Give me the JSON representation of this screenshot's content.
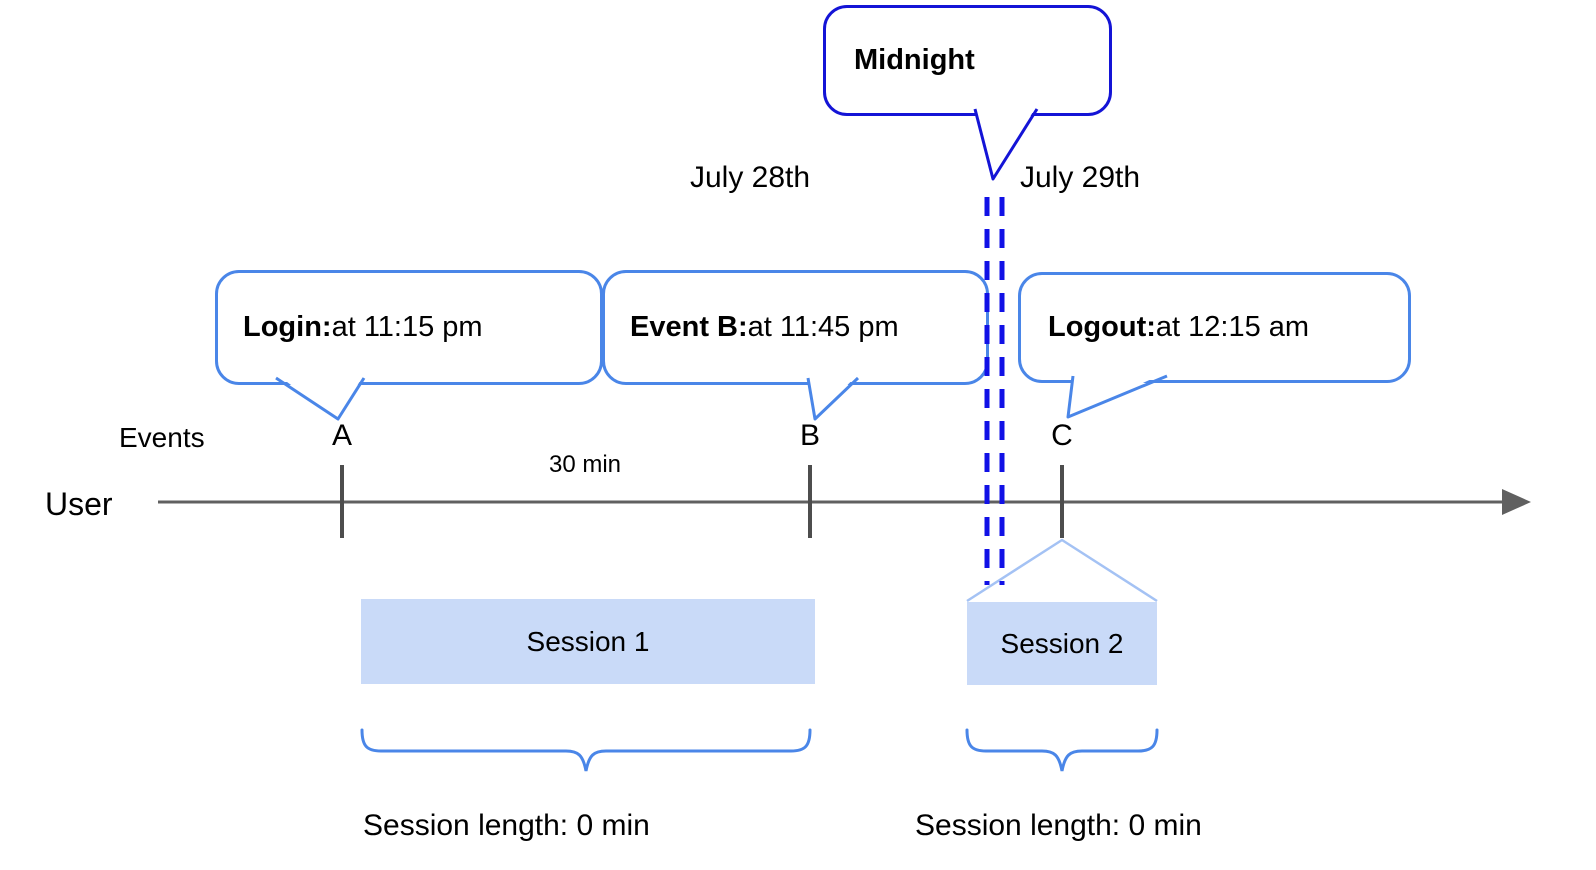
{
  "diagram": {
    "midnight_callout": "Midnight",
    "date_left": "July 28th",
    "date_right": "July 29th",
    "events_label": "Events",
    "user_label": "User",
    "interval_label": "30 min",
    "markers": [
      "A",
      "B",
      "C"
    ],
    "callouts": [
      {
        "label": "Login:",
        "detail": " at 11:15 pm"
      },
      {
        "label": "Event B:",
        "detail": " at 11:45 pm"
      },
      {
        "label": "Logout:",
        "detail": " at 12:15 am"
      }
    ],
    "sessions": [
      {
        "name": "Session 1",
        "length": "Session length: 0 min"
      },
      {
        "name": "Session 2",
        "length": "Session length: 0 min"
      }
    ]
  },
  "colors": {
    "callout_border_blue": "#4a86e8",
    "midnight_border_blue": "#1414d6",
    "dashed_line_blue": "#1111e6",
    "session_fill_blue": "#c9daf8",
    "wedge_stroke_blue": "#a4c2f4",
    "axis_gray": "#606060"
  }
}
